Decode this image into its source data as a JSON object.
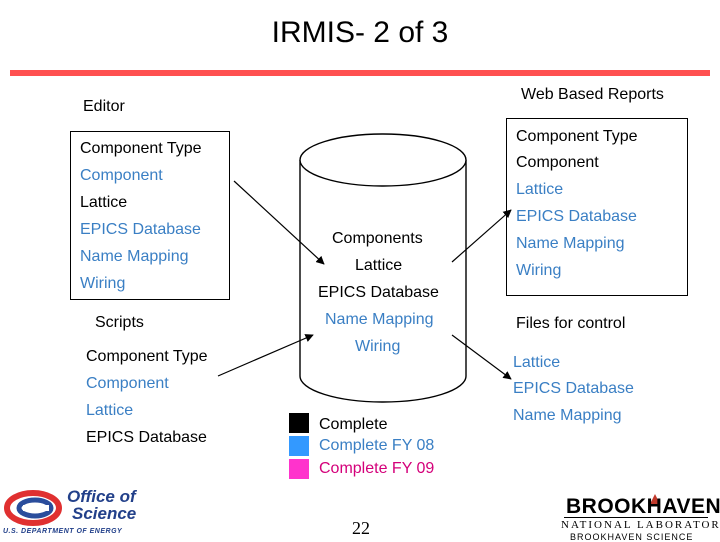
{
  "title": "IRMIS- 2 of 3",
  "colors": {
    "rule": "#ff5050",
    "complete": "#000000",
    "complete_fy08": "#3399ff",
    "complete_fy09": "#ff33cc"
  },
  "editor": {
    "heading": "Editor",
    "items": [
      "Component Type",
      "Component",
      "Lattice",
      "EPICS Database",
      "Name Mapping",
      "Wiring"
    ]
  },
  "scripts": {
    "heading": "Scripts",
    "items": [
      "Component Type",
      "Component",
      "Lattice",
      "EPICS Database"
    ]
  },
  "database": {
    "items": [
      "Components",
      "Lattice",
      "EPICS Database",
      "Name Mapping",
      "Wiring"
    ]
  },
  "reports": {
    "heading": "Web Based Reports",
    "items": [
      "Component Type",
      "Component",
      "Lattice",
      "EPICS Database",
      "Name Mapping",
      "Wiring"
    ]
  },
  "control": {
    "heading": "Files for control",
    "items": [
      "Lattice",
      "EPICS Database",
      "Name Mapping"
    ]
  },
  "legend": {
    "complete": "Complete",
    "complete_fy08": "Complete FY 08",
    "complete_fy09": "Complete FY 09"
  },
  "footer": {
    "page_number": "22",
    "doe_logo": {
      "line1": "Office of",
      "line2": "Science",
      "line3": "U.S. DEPARTMENT OF ENERGY"
    },
    "bnl_logo": {
      "name": "BROOKHAVEN",
      "sub": "NATIONAL LABORATORY",
      "small": "BROOKHAVEN SCIENCE"
    }
  }
}
